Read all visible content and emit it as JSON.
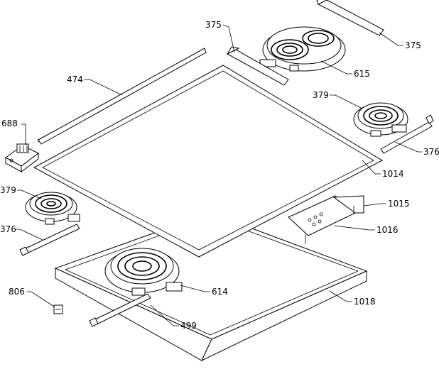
{
  "diagram": {
    "labels": [
      {
        "id": "l375a",
        "text": "375"
      },
      {
        "id": "l375b",
        "text": "375"
      },
      {
        "id": "l615",
        "text": "615"
      },
      {
        "id": "l474",
        "text": "474"
      },
      {
        "id": "l379a",
        "text": "379"
      },
      {
        "id": "l688",
        "text": "688"
      },
      {
        "id": "l376a",
        "text": "376"
      },
      {
        "id": "l1014",
        "text": "1014"
      },
      {
        "id": "l379b",
        "text": "379"
      },
      {
        "id": "l1015",
        "text": "1015"
      },
      {
        "id": "l376b",
        "text": "376"
      },
      {
        "id": "l1016",
        "text": "1016"
      },
      {
        "id": "l806",
        "text": "806"
      },
      {
        "id": "l614",
        "text": "614"
      },
      {
        "id": "l1018",
        "text": "1018"
      },
      {
        "id": "l499",
        "text": "499"
      }
    ]
  }
}
